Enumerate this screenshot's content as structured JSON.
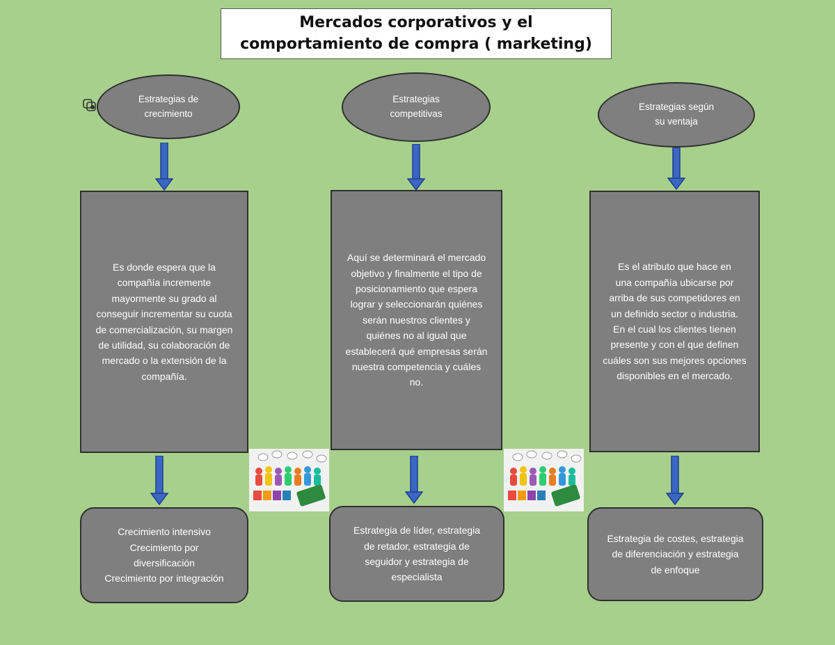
{
  "title": "Mercados corporativos y el comportamiento de compra ( marketing)",
  "columns": [
    {
      "heading": "Estrategias de crecimiento",
      "description": "Es donde espera que la\ncompañía incremente\nmayormente su grado al\nconseguir incrementar su cuota\nde comercialización, su margen\nde utilidad, su colaboración de\nmercado o la extensión de la\ncompañía.",
      "result": "Crecimiento intensivo\nCrecimiento por\ndiversificación\nCrecimiento por integración"
    },
    {
      "heading": "Estrategias competitivas",
      "description": "Aquí se determinará el mercado\nobjetivo y finalmente el tipo de\nposicionamiento que espera\nlograr y seleccionarán quiénes\nserán nuestros clientes y\nquiénes no al igual que\nestablecerá qué empresas serán\nnuestra competencia y cuáles\nno.",
      "result": "Estrategia de líder, estrategia\nde retador, estrategia de\nseguidor y estrategia de\nespecialista"
    },
    {
      "heading": "Estrategias según su ventaja",
      "description": "Es el atributo que hace en\nuna compañía ubicarse por\narriba de sus competidores en\nun definido sector o industria.\nEn el cual los clientes tienen\npresente y con el que definen\ncuáles son sus mejores opciones\ndisponibles en el mercado.",
      "result": "Estrategia de costes, estrategia\nde diferenciación y estrategia\nde enfoque"
    }
  ],
  "icons": {
    "left_marker": "link-icon",
    "picture": "people-network-image"
  },
  "colors": {
    "background": "#a7d08c",
    "shape_fill": "#7f7f7f",
    "shape_border": "#2f2f2f",
    "arrow": "#3a66c4"
  }
}
